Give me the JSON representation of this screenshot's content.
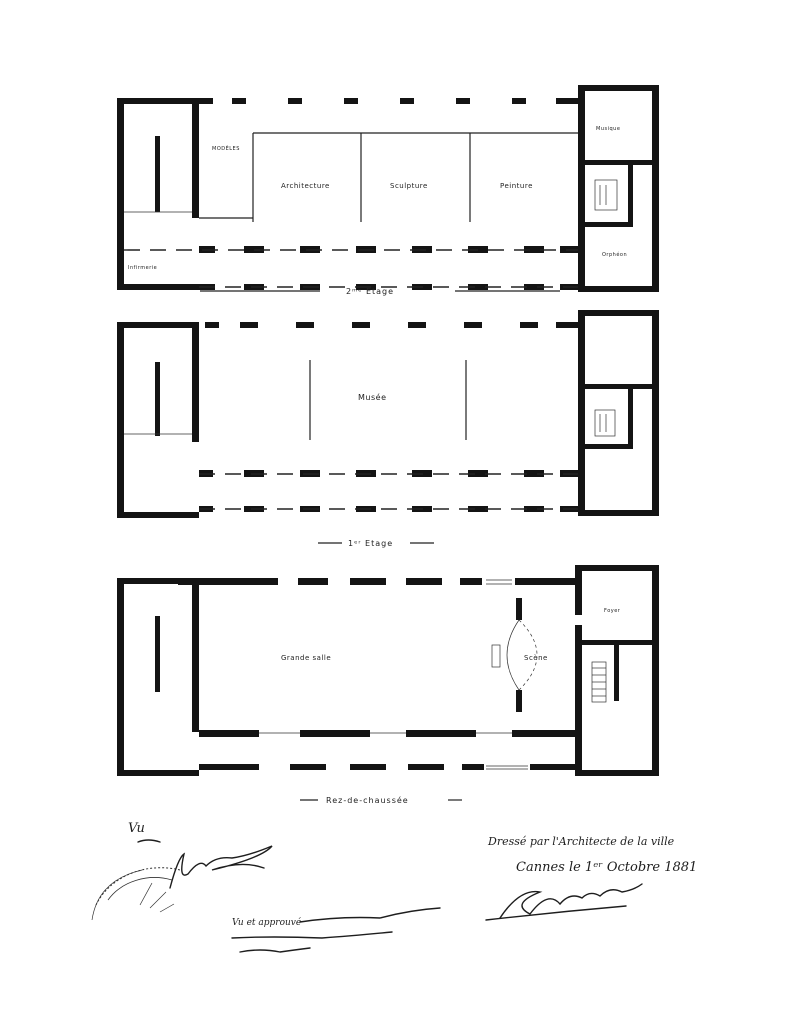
{
  "plan_2nd_floor": {
    "title": "2ᵐᵉ Etage",
    "rooms": {
      "modeles": "MODÈLES",
      "architecture": "Architecture",
      "sculpture": "Sculpture",
      "peinture": "Peinture",
      "musique": "Musique",
      "orpheon": "Orphéon",
      "infirmerie": "Infirmerie"
    }
  },
  "plan_1st_floor": {
    "title": "1ᵉʳ Etage",
    "rooms": {
      "musee": "Musée"
    }
  },
  "plan_ground_floor": {
    "title": "Rez-de-chaussée",
    "rooms": {
      "grande_salle": "Grande salle",
      "scene": "Scène",
      "foyer": "Foyer"
    }
  },
  "annotations": {
    "architect_line": "Dressé par l'Architecte de la ville",
    "date_line": "Cannes le 1ᵉʳ Octobre 1881",
    "approval_line1": "Vu et approuvé",
    "vu_note": "Vu"
  }
}
